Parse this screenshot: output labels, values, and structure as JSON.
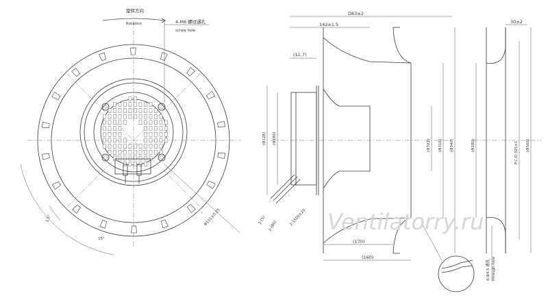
{
  "labels": {
    "rotation_cn": "旋转方向",
    "rotation_en": "Rotation",
    "screw_cn": "4-M6 螺纹通孔",
    "screw_en": "screw hole",
    "pcd_front": "Φ101±0.25",
    "angle": "15°",
    "angle_small": "1.5°",
    "length_1": "2-(5)",
    "length_2": "2-(85)",
    "cable_len": "2-1500±20",
    "d83": "D83±2",
    "d142": "142±1.5",
    "d117": "(11.7)",
    "d128": "(Φ128)",
    "d180": "(Φ180)",
    "d322": "(Φ322)",
    "d316": "(Φ316)",
    "d340": "(Φ340)",
    "d170": "(170)",
    "d160": "(160)",
    "d30": "30±2",
    "d280": "(Φ280)",
    "pcd_side": "P.C.D 325±1",
    "d560": "(Φ560)",
    "hole_cn": "6-Φ4.5 通孔",
    "hole_en": "through hole",
    "watermark": "Ventilatorry.ru"
  },
  "colors": {
    "line": "#333333",
    "watermark": "#d6d6d6"
  }
}
